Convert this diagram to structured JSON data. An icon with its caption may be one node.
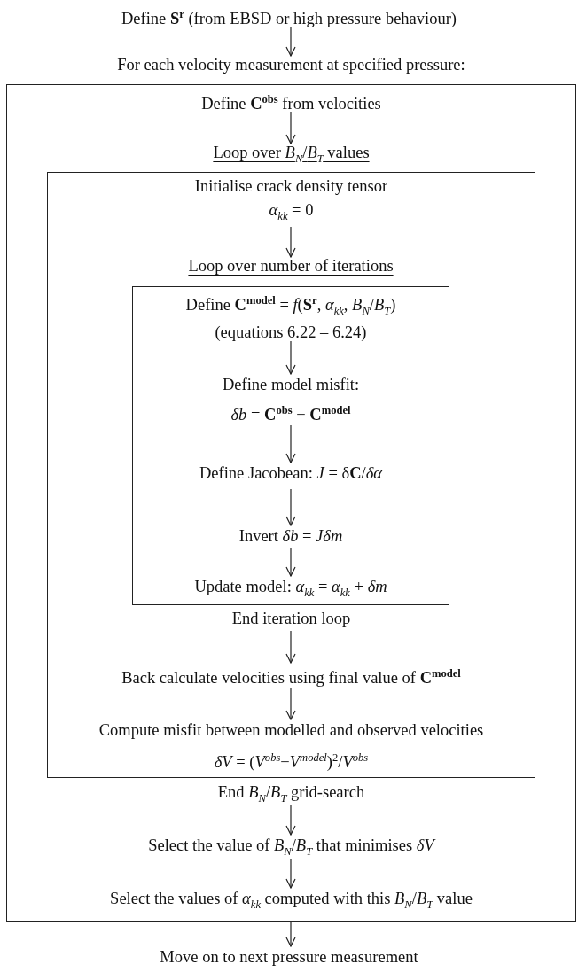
{
  "diagram": {
    "nodes": [
      {
        "text": [
          "Define **S**$^{r}$ (from EBSD or high pressure behaviour)"
        ]
      },
      {
        "text": [
          "For each velocity measurement at specified pressure:"
        ]
      },
      {
        "text": [
          "Define **C**$^{obs}$ from velocities"
        ],
        "in": 1
      },
      {
        "text": [
          "Loop over *B*$_{N}$/*B*$_{T}$ values"
        ],
        "in": 1
      },
      {
        "text": [
          "Initialise crack density tensor",
          "*α*$_{kk}$ = 0"
        ],
        "in": 3
      },
      {
        "text": [
          "Loop over number of iterations"
        ],
        "in": 3
      },
      {
        "text": [
          "Define **C**$^{model}$ = *f*(**S**$^{r}$, *α*$_{kk}$, *B*$_{N}$/*B*$_{T}$)",
          "(equations 6.22 – 6.24)"
        ],
        "in": 5
      },
      {
        "text": [
          "Define model misfit:",
          "*δb* = **C**$^{obs}$ − **C**$^{model}$"
        ],
        "in": 5
      },
      {
        "text": [
          "Define Jacobean: *J* = δ**C**/*δα*"
        ],
        "in": 5
      },
      {
        "text": [
          "Invert *δb* = *Jδm*"
        ],
        "in": 5
      },
      {
        "text": [
          "Update model: *α*$_{kk}$ = *α*$_{kk}$ + *δm*"
        ],
        "in": 5
      },
      {
        "text": [
          "End iteration loop"
        ],
        "in": 3
      },
      {
        "text": [
          "Back calculate velocities using final value of **C**$^{model}$"
        ],
        "in": 3
      },
      {
        "text": [
          "Compute misfit between modelled and observed velocities",
          "*δV* = (*V*$^{obs}$−*V*$^{model}$)$^{2}$/*V*$^{obs}$"
        ],
        "in": 3
      },
      {
        "text": [
          "End *B*$_{N}$/*B*$_{T}$ grid-search"
        ],
        "in": 1
      },
      {
        "text": [
          "Select the value of *B*$_{N}$/*B*$_{T}$ that minimises *δV*"
        ],
        "in": 1
      },
      {
        "text": [
          "Select the values of *α*$_{kk}$ computed with this *B*$_{N}$/*B*$_{T}$ value"
        ],
        "in": 1
      },
      {
        "text": [
          "Move on to next pressure measurement"
        ]
      }
    ],
    "edges": [
      {
        "from": 0,
        "to": 1,
        "arrow": "to"
      },
      {
        "from": 2,
        "to": 3,
        "arrow": "to"
      },
      {
        "from": 4,
        "to": 5,
        "arrow": "to"
      },
      {
        "from": 6,
        "to": 7,
        "arrow": "to"
      },
      {
        "from": 7,
        "to": 8,
        "arrow": "to"
      },
      {
        "from": 8,
        "to": 9,
        "arrow": "to"
      },
      {
        "from": 9,
        "to": 10,
        "arrow": "to"
      },
      {
        "from": 11,
        "to": 12,
        "arrow": "to"
      },
      {
        "from": 12,
        "to": 13,
        "arrow": "to"
      },
      {
        "from": 14,
        "to": 15,
        "arrow": "to"
      },
      {
        "from": 15,
        "to": 16,
        "arrow": "to"
      },
      {
        "from": 1,
        "to": 17,
        "arrow": "to"
      }
    ]
  }
}
